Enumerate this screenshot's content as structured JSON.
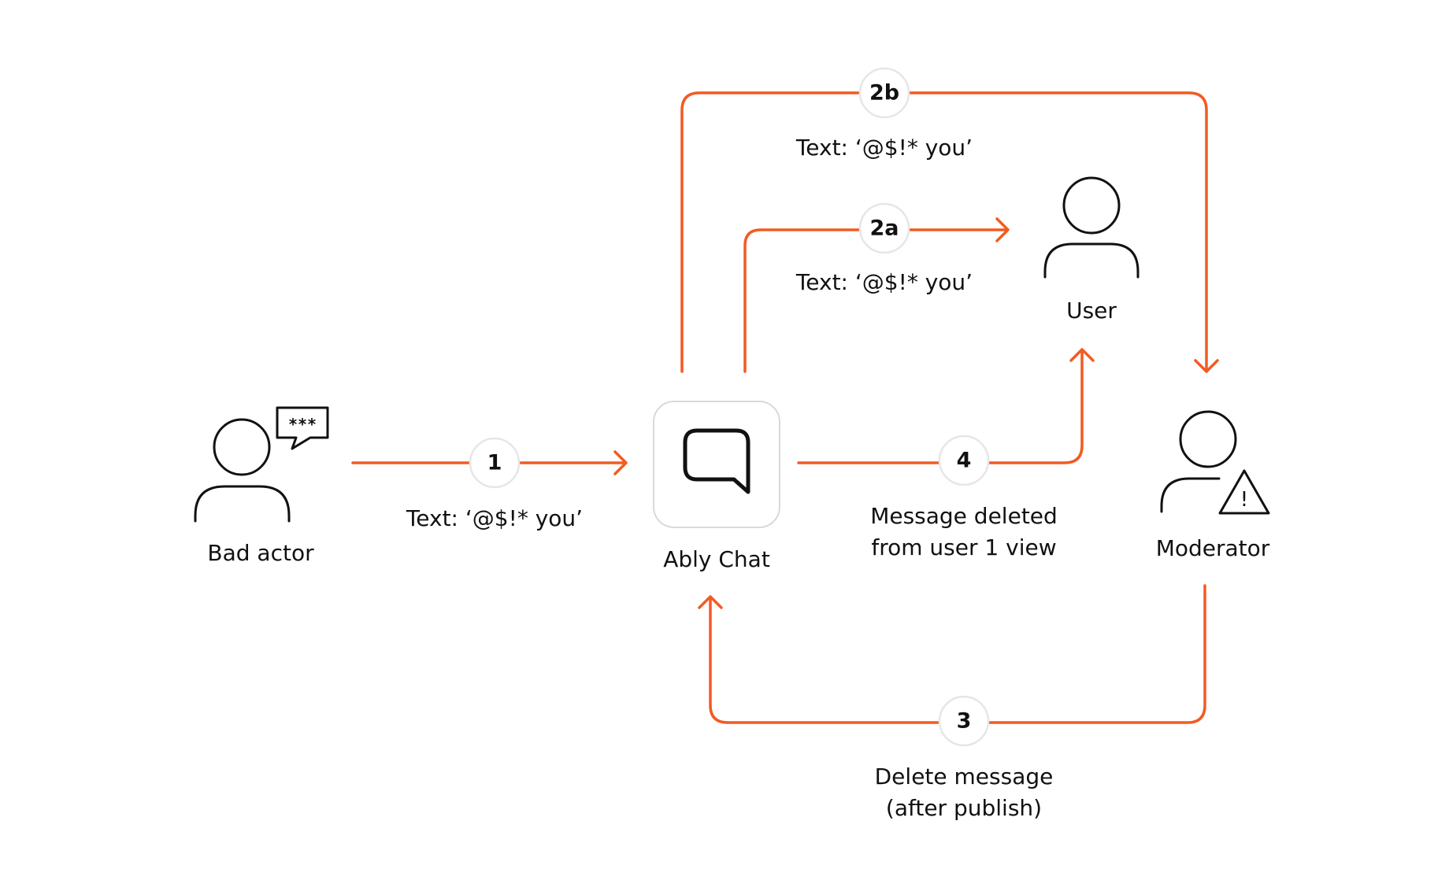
{
  "colors": {
    "accent": "#F25B22",
    "ink": "#111111",
    "badge_border": "#E6E6E6",
    "box_border": "#D9D9D9"
  },
  "nodes": {
    "bad_actor": {
      "label": "Bad actor",
      "icon": "user-speech-bubble-icon",
      "bubble_text": "***"
    },
    "ably_chat": {
      "label": "Ably Chat",
      "icon": "chat-bubble-icon"
    },
    "user": {
      "label": "User",
      "icon": "user-icon"
    },
    "moderator": {
      "label": "Moderator",
      "icon": "moderator-warning-icon",
      "warning_mark": "!"
    }
  },
  "steps": {
    "s1": {
      "number": "1",
      "label": "Text: ‘@$!* you’"
    },
    "s2a": {
      "number": "2a",
      "label": "Text: ‘@$!* you’"
    },
    "s2b": {
      "number": "2b",
      "label": "Text: ‘@$!* you’"
    },
    "s3": {
      "number": "3",
      "label_line1": "Delete message",
      "label_line2": "(after publish)"
    },
    "s4": {
      "number": "4",
      "label_line1": "Message deleted",
      "label_line2": "from user 1 view"
    }
  }
}
